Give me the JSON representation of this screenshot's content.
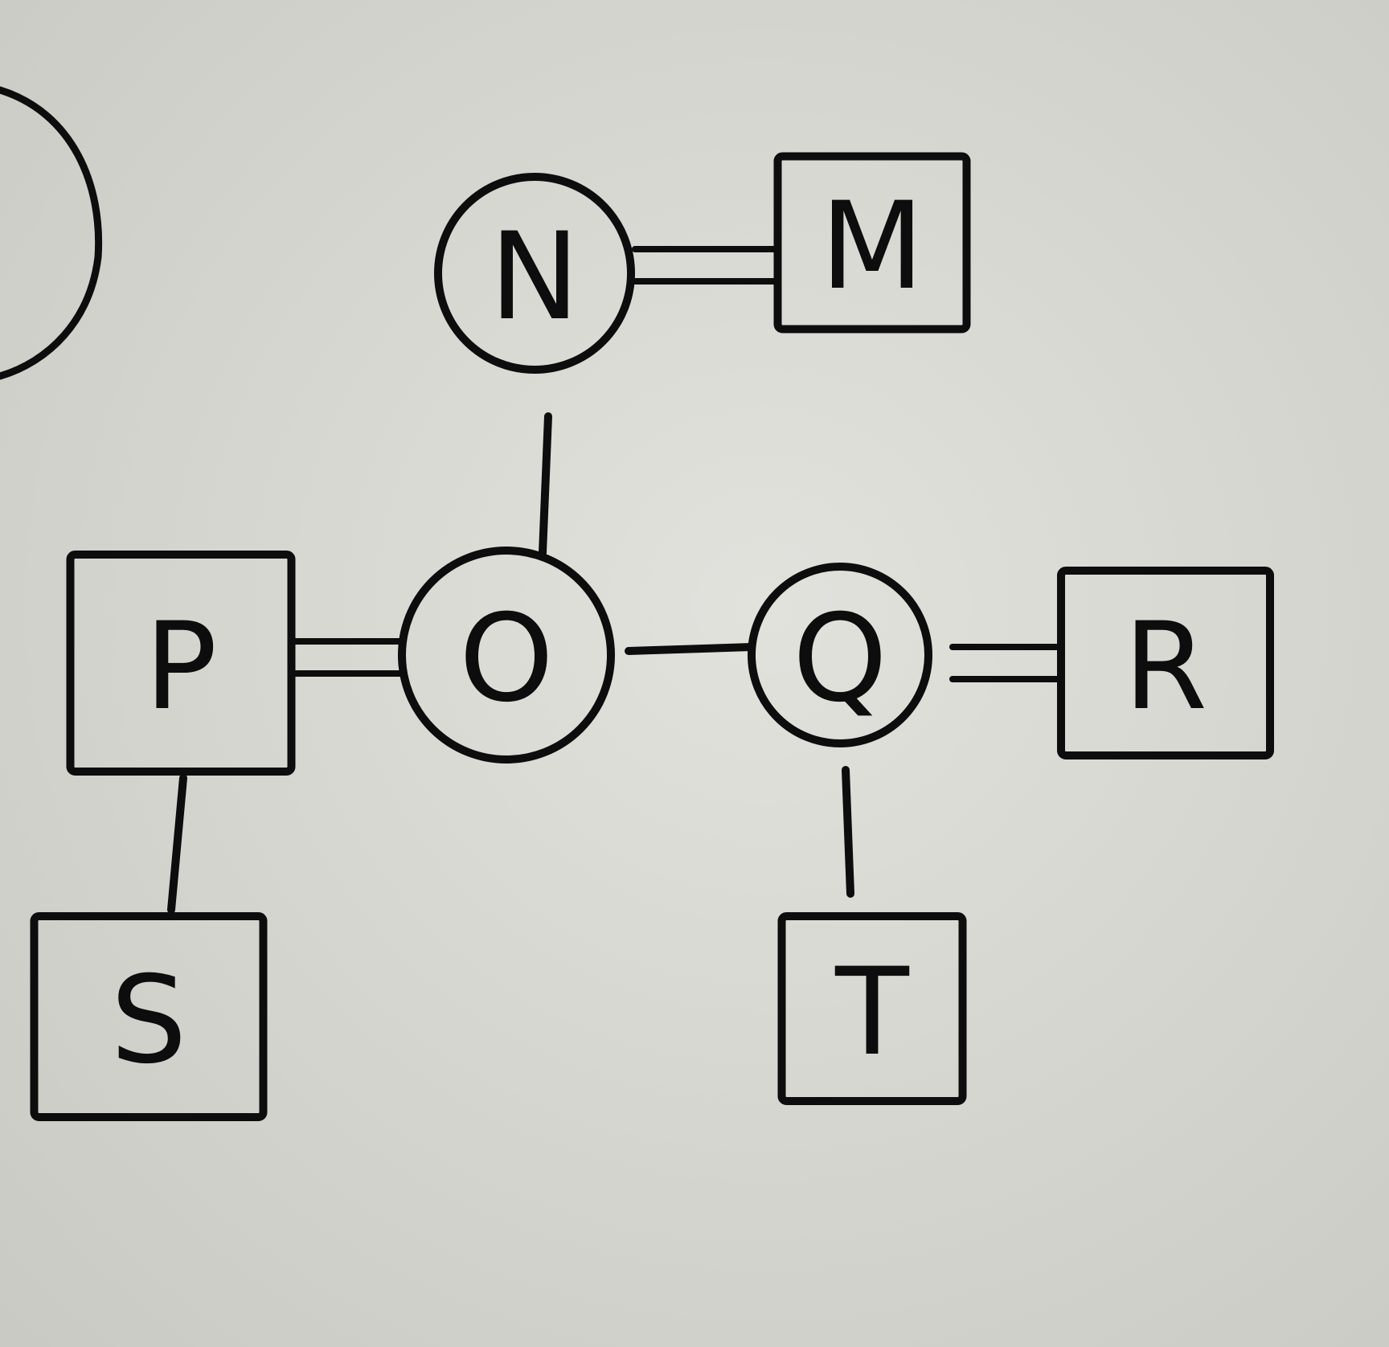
{
  "diagram": {
    "nodes": [
      {
        "id": "N",
        "label": "N",
        "shape": "circle"
      },
      {
        "id": "M",
        "label": "M",
        "shape": "square"
      },
      {
        "id": "O",
        "label": "O",
        "shape": "circle"
      },
      {
        "id": "P",
        "label": "P",
        "shape": "square"
      },
      {
        "id": "Q",
        "label": "Q",
        "shape": "circle"
      },
      {
        "id": "R",
        "label": "R",
        "shape": "square"
      },
      {
        "id": "S",
        "label": "S",
        "shape": "square"
      },
      {
        "id": "T",
        "label": "T",
        "shape": "square"
      }
    ],
    "edges": [
      {
        "from": "N",
        "to": "M",
        "style": "double"
      },
      {
        "from": "N",
        "to": "O",
        "style": "single"
      },
      {
        "from": "P",
        "to": "O",
        "style": "double"
      },
      {
        "from": "O",
        "to": "Q",
        "style": "single"
      },
      {
        "from": "Q",
        "to": "R",
        "style": "double"
      },
      {
        "from": "P",
        "to": "S",
        "style": "single"
      },
      {
        "from": "Q",
        "to": "T",
        "style": "single"
      }
    ]
  },
  "colors": {
    "paper": "#d9d9d4",
    "ink": "#0d0d0d"
  }
}
